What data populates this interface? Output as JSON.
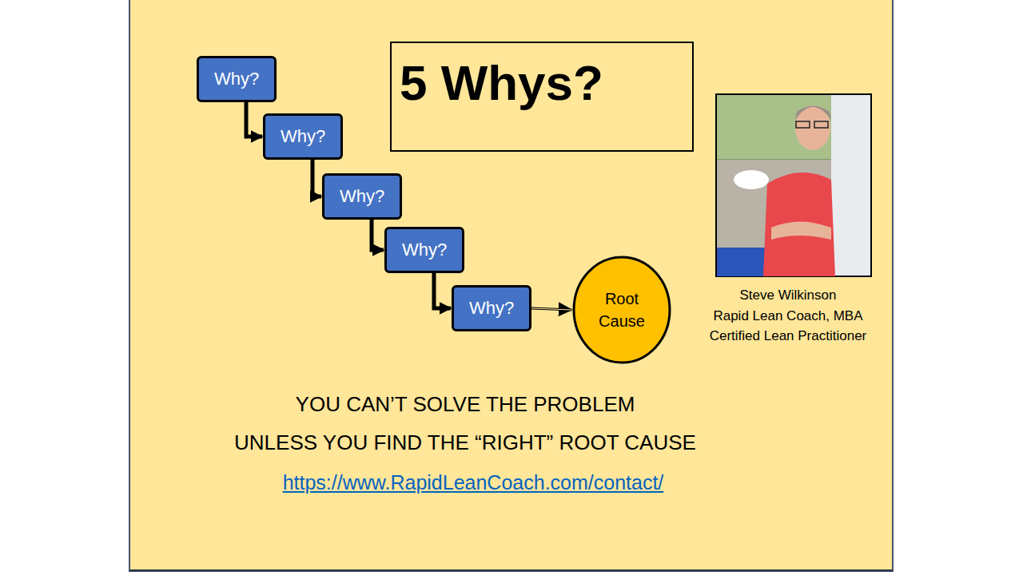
{
  "diagram": {
    "title": "5 Whys?",
    "nodes": [
      {
        "text": [
          "Why?"
        ]
      },
      {
        "text": [
          "Why?"
        ]
      },
      {
        "text": [
          "Why?"
        ]
      },
      {
        "text": [
          "Why?"
        ]
      },
      {
        "text": [
          "Why?"
        ]
      },
      {
        "text": [
          "Root Cause"
        ]
      }
    ],
    "edges": [
      {
        "from": 0,
        "to": 1,
        "arrow": "to"
      },
      {
        "from": 1,
        "to": 2,
        "arrow": "to"
      },
      {
        "from": 2,
        "to": 3,
        "arrow": "to"
      },
      {
        "from": 3,
        "to": 4,
        "arrow": "to"
      },
      {
        "from": 4,
        "to": 5,
        "arrow": "to"
      }
    ],
    "labels": [
      "Steve Wilkinson",
      "Rapid Lean Coach, MBA",
      "Certified Lean Practitioner",
      "YOU CAN’T SOLVE THE PROBLEM",
      "UNLESS YOU FIND THE “RIGHT” ROOT CAUSE",
      "https://www.RapidLeanCoach.com/contact/"
    ]
  }
}
